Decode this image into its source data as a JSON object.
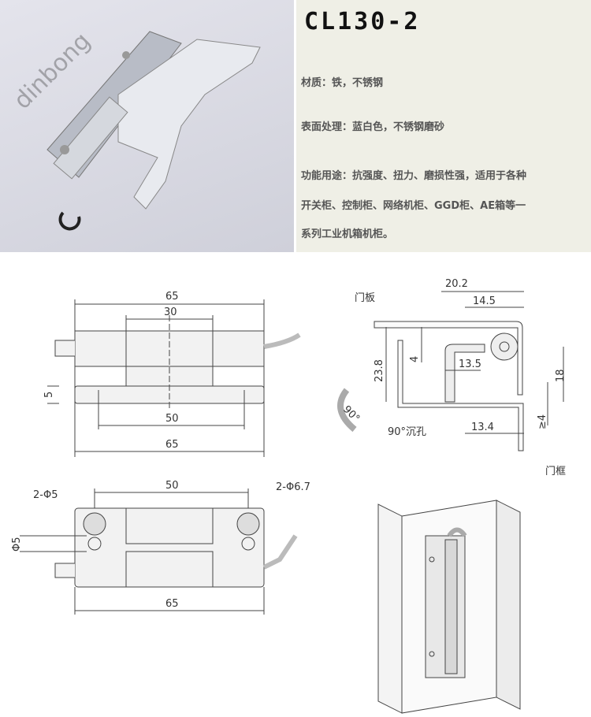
{
  "product": {
    "model": "CL130-2",
    "material": "材质：铁，不锈钢",
    "surface": "表面处理：蓝白色，不锈钢磨砂",
    "function_lines": [
      "功能用途：抗强度、扭力、磨损性强，适用于各种",
      "开关柜、控制柜、网络机柜、GGD柜、AE箱等一",
      "系列工业机箱机柜。"
    ]
  },
  "watermark": "dinbong",
  "front_view": {
    "dims": [
      "65",
      "30",
      "5",
      "50",
      "65"
    ]
  },
  "bottom_view": {
    "dims": [
      "50",
      "2-Φ5",
      "2-Φ6.7",
      "Φ5",
      "65"
    ]
  },
  "section_view": {
    "dims": [
      "20.2",
      "14.5",
      "23.8",
      "4",
      "13.5",
      "18",
      "13.4",
      "≥4"
    ],
    "labels": {
      "door_panel": "门板",
      "door_frame": "门框",
      "countersink": "90°沉孔",
      "rotation": "90°"
    }
  }
}
